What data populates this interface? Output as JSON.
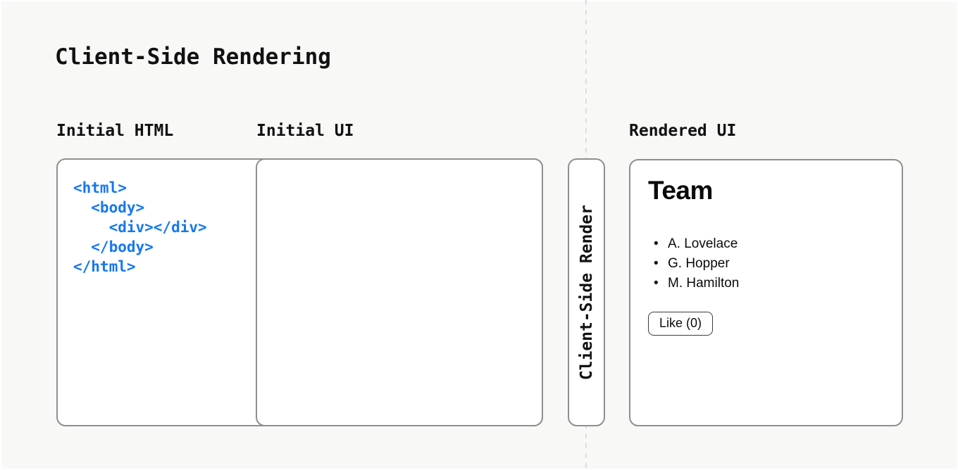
{
  "page": {
    "title": "Client-Side Rendering",
    "background_color": "#f8f8f7",
    "panel_border_color": "#8f8f8f",
    "dashed_divider_color": "#dcdcdc",
    "code_blue": "#1677f0",
    "text_color": "#111111"
  },
  "columns": {
    "initial_html_label": "Initial HTML",
    "initial_ui_label": "Initial UI",
    "rendered_ui_label": "Rendered UI"
  },
  "code": {
    "lines": [
      {
        "indent": 0,
        "text": "<html>"
      },
      {
        "indent": 1,
        "text": "<body>"
      },
      {
        "indent": 2,
        "text": "<div></div>"
      },
      {
        "indent": 1,
        "text": "</body>"
      },
      {
        "indent": 0,
        "text": "</html>"
      }
    ]
  },
  "pipeline": {
    "stage_label": "Client-Side Render"
  },
  "rendered_ui": {
    "heading": "Team",
    "list_items": [
      "A. Lovelace",
      "G. Hopper",
      "M. Hamilton"
    ],
    "like_button_label": "Like (0)"
  }
}
